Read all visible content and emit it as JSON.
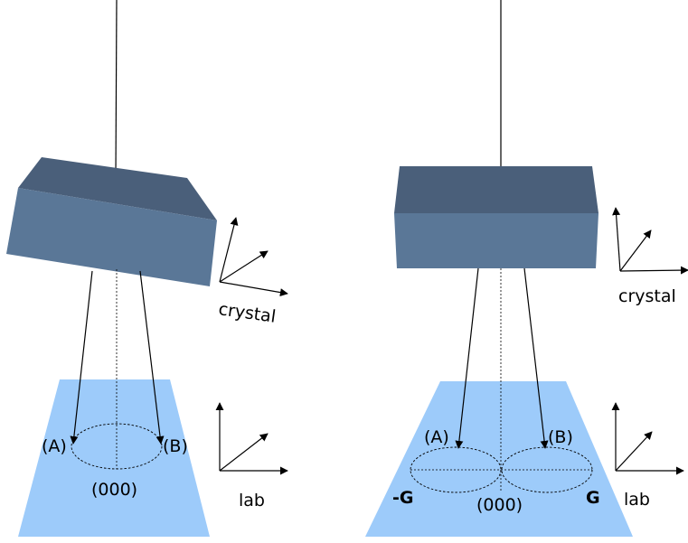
{
  "colors": {
    "crystal_top": "#4a5f7a",
    "crystal_front": "#5a7797",
    "screen_fill": "#9dcbfa",
    "line": "#000000"
  },
  "left_panel": {
    "frame_label": "crystal",
    "lab_label": "lab",
    "spot_a": "(A)",
    "spot_b": "(B)",
    "spot_center": "(000)"
  },
  "right_panel": {
    "frame_label": "crystal",
    "lab_label": "lab",
    "spot_a": "(A)",
    "spot_b": "(B)",
    "spot_center": "(000)",
    "neg_g": "-G",
    "pos_g": "G"
  }
}
